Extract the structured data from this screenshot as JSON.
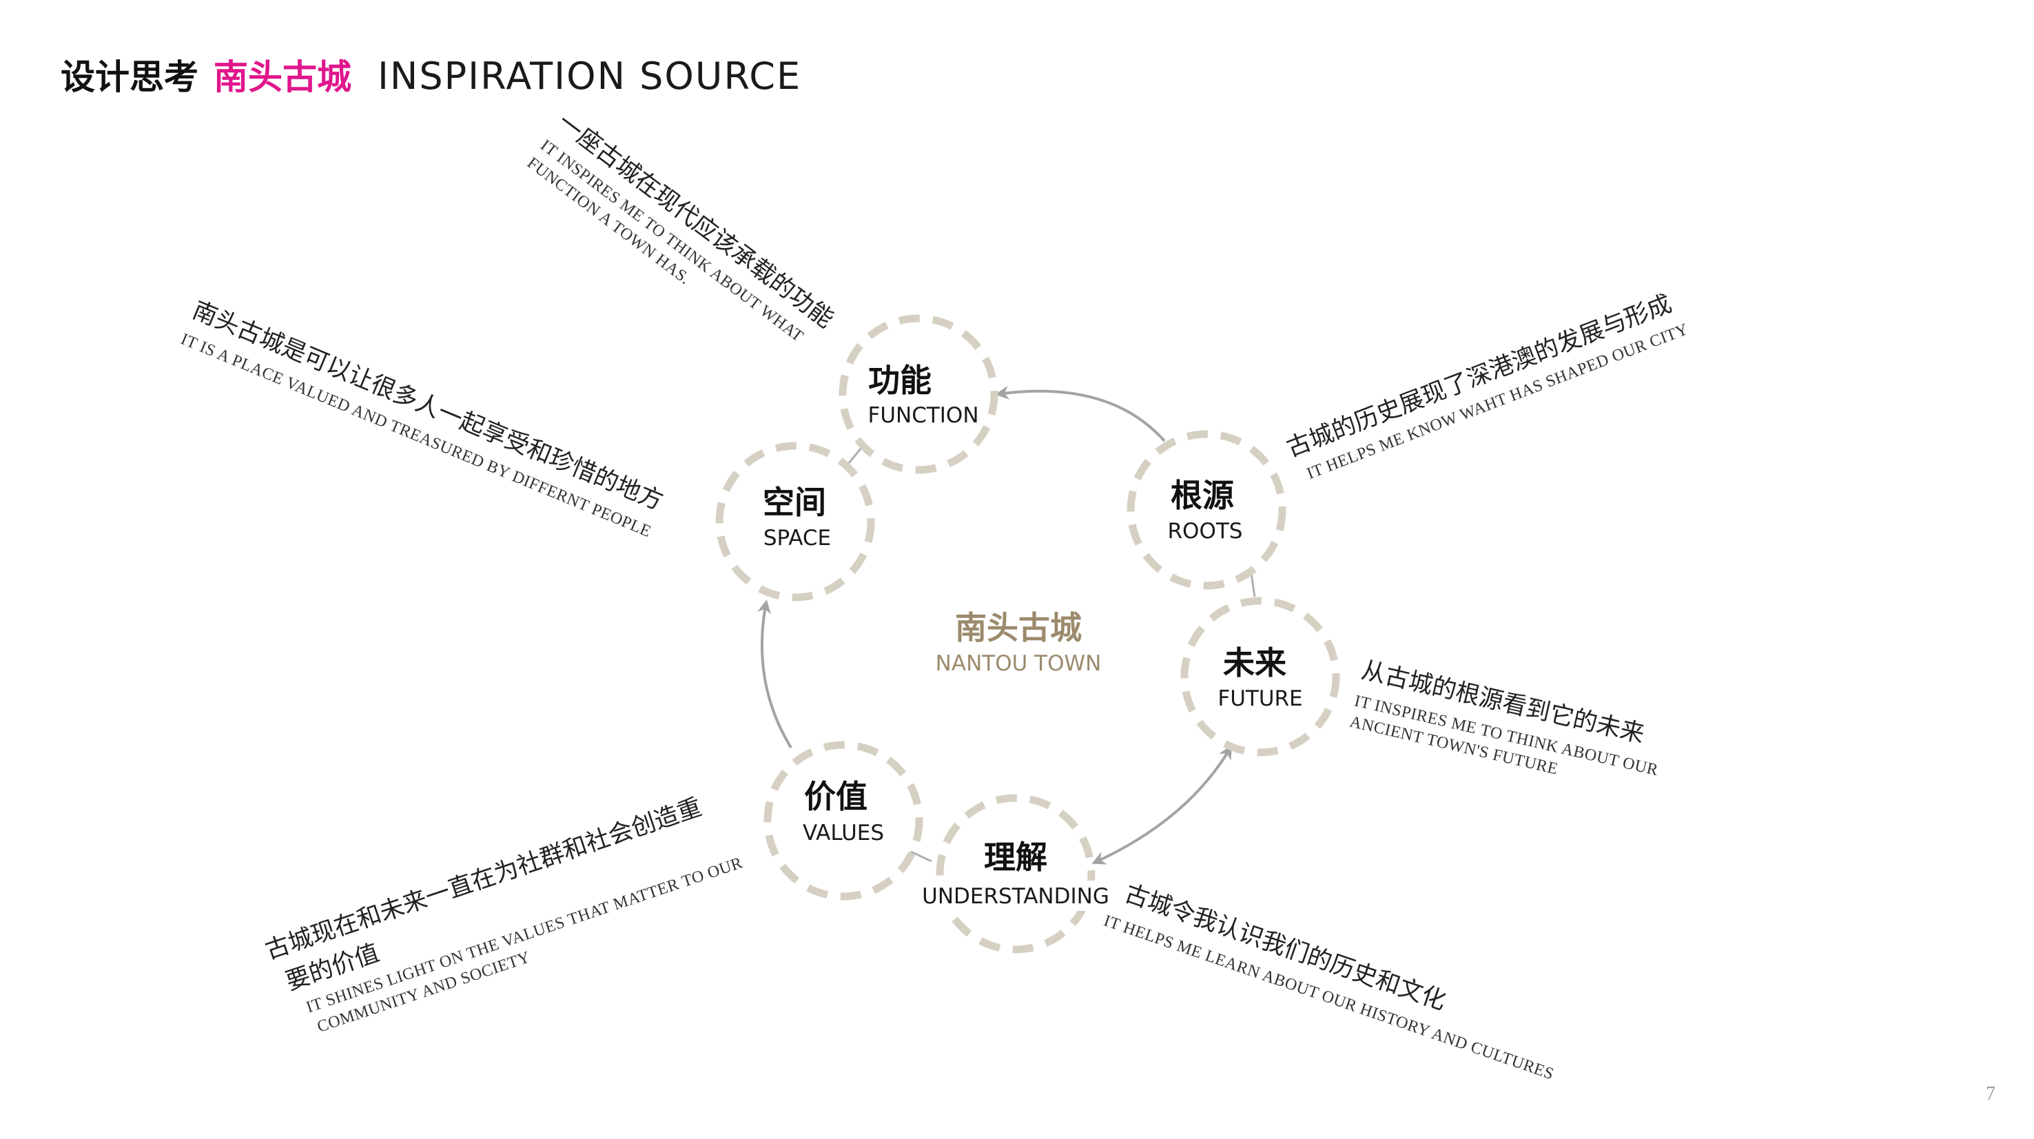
{
  "title": {
    "prefix": "设计思考",
    "highlight": "南头古城",
    "english": "INSPIRATION SOURCE",
    "highlight_color": "#e0168c"
  },
  "center": {
    "zh": "南头古城",
    "en": "NANTOU TOWN",
    "color": "#9c8a6c"
  },
  "colors": {
    "ring_dash": "#d6d0c3",
    "arrow": "#a3a3a3",
    "connector": "#b0b0b0"
  },
  "nodes": {
    "function": {
      "zh": "功能",
      "en": "FUNCTION"
    },
    "space": {
      "zh": "空间",
      "en": "SPACE"
    },
    "roots": {
      "zh": "根源",
      "en": "ROOTS"
    },
    "future": {
      "zh": "未来",
      "en": "FUTURE"
    },
    "values": {
      "zh": "价值",
      "en": "VALUES"
    },
    "understanding": {
      "zh": "理解",
      "en": "UNDERSTANDING"
    }
  },
  "captions": {
    "function": {
      "zh": "一座古城在现代应该承载的功能",
      "en1": "IT INSPIRES ME TO THINK ABOUT WHAT",
      "en2": "FUNCTION A TOWN HAS."
    },
    "space": {
      "zh": "南头古城是可以让很多人一起享受和珍惜的地方",
      "en1": "IT IS A PLACE VALUED AND TREASURED BY DIFFERNT PEOPLE"
    },
    "roots": {
      "zh": "古城的历史展现了深港澳的发展与形成",
      "en1": "IT HELPS ME KNOW WAHT HAS SHAPED OUR CITY"
    },
    "future": {
      "zh": "从古城的根源看到它的未来",
      "en1": "IT INSPIRES ME TO THINK ABOUT OUR",
      "en2": "ANCIENT TOWN'S FUTURE"
    },
    "values": {
      "zh1": "古城现在和未来一直在为社群和社会创造重",
      "zh2": "要的价值",
      "en1": "IT SHINES LIGHT ON THE VALUES THAT MATTER TO OUR",
      "en2": "COMMUNITY AND SOCIETY"
    },
    "understanding": {
      "zh": "古城令我认识我们的历史和文化",
      "en1": "IT HELPS ME LEARN ABOUT OUR HISTORY AND CULTURES"
    }
  },
  "page_number": "7"
}
